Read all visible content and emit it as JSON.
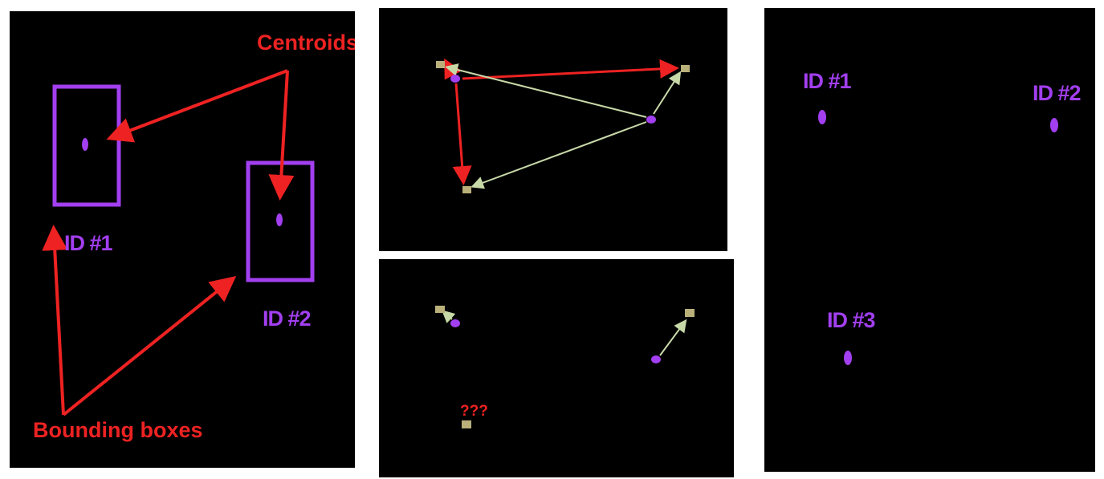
{
  "panels": {
    "overview": {
      "annotation_centroids": "Centroids",
      "annotation_bounding_boxes": "Bounding boxes",
      "id1_label": "ID #1",
      "id2_label": "ID #2"
    },
    "distances": {},
    "update": {
      "unknown_label": "???"
    },
    "result": {
      "id1_label": "ID #1",
      "id2_label": "ID #2",
      "id3_label": "ID #3"
    }
  },
  "colors": {
    "background": "#000000",
    "object": "#a23ff0",
    "annotation": "#ee2222",
    "new_centroid": "#b9b07a",
    "distance_line": "#c8d9a8"
  }
}
